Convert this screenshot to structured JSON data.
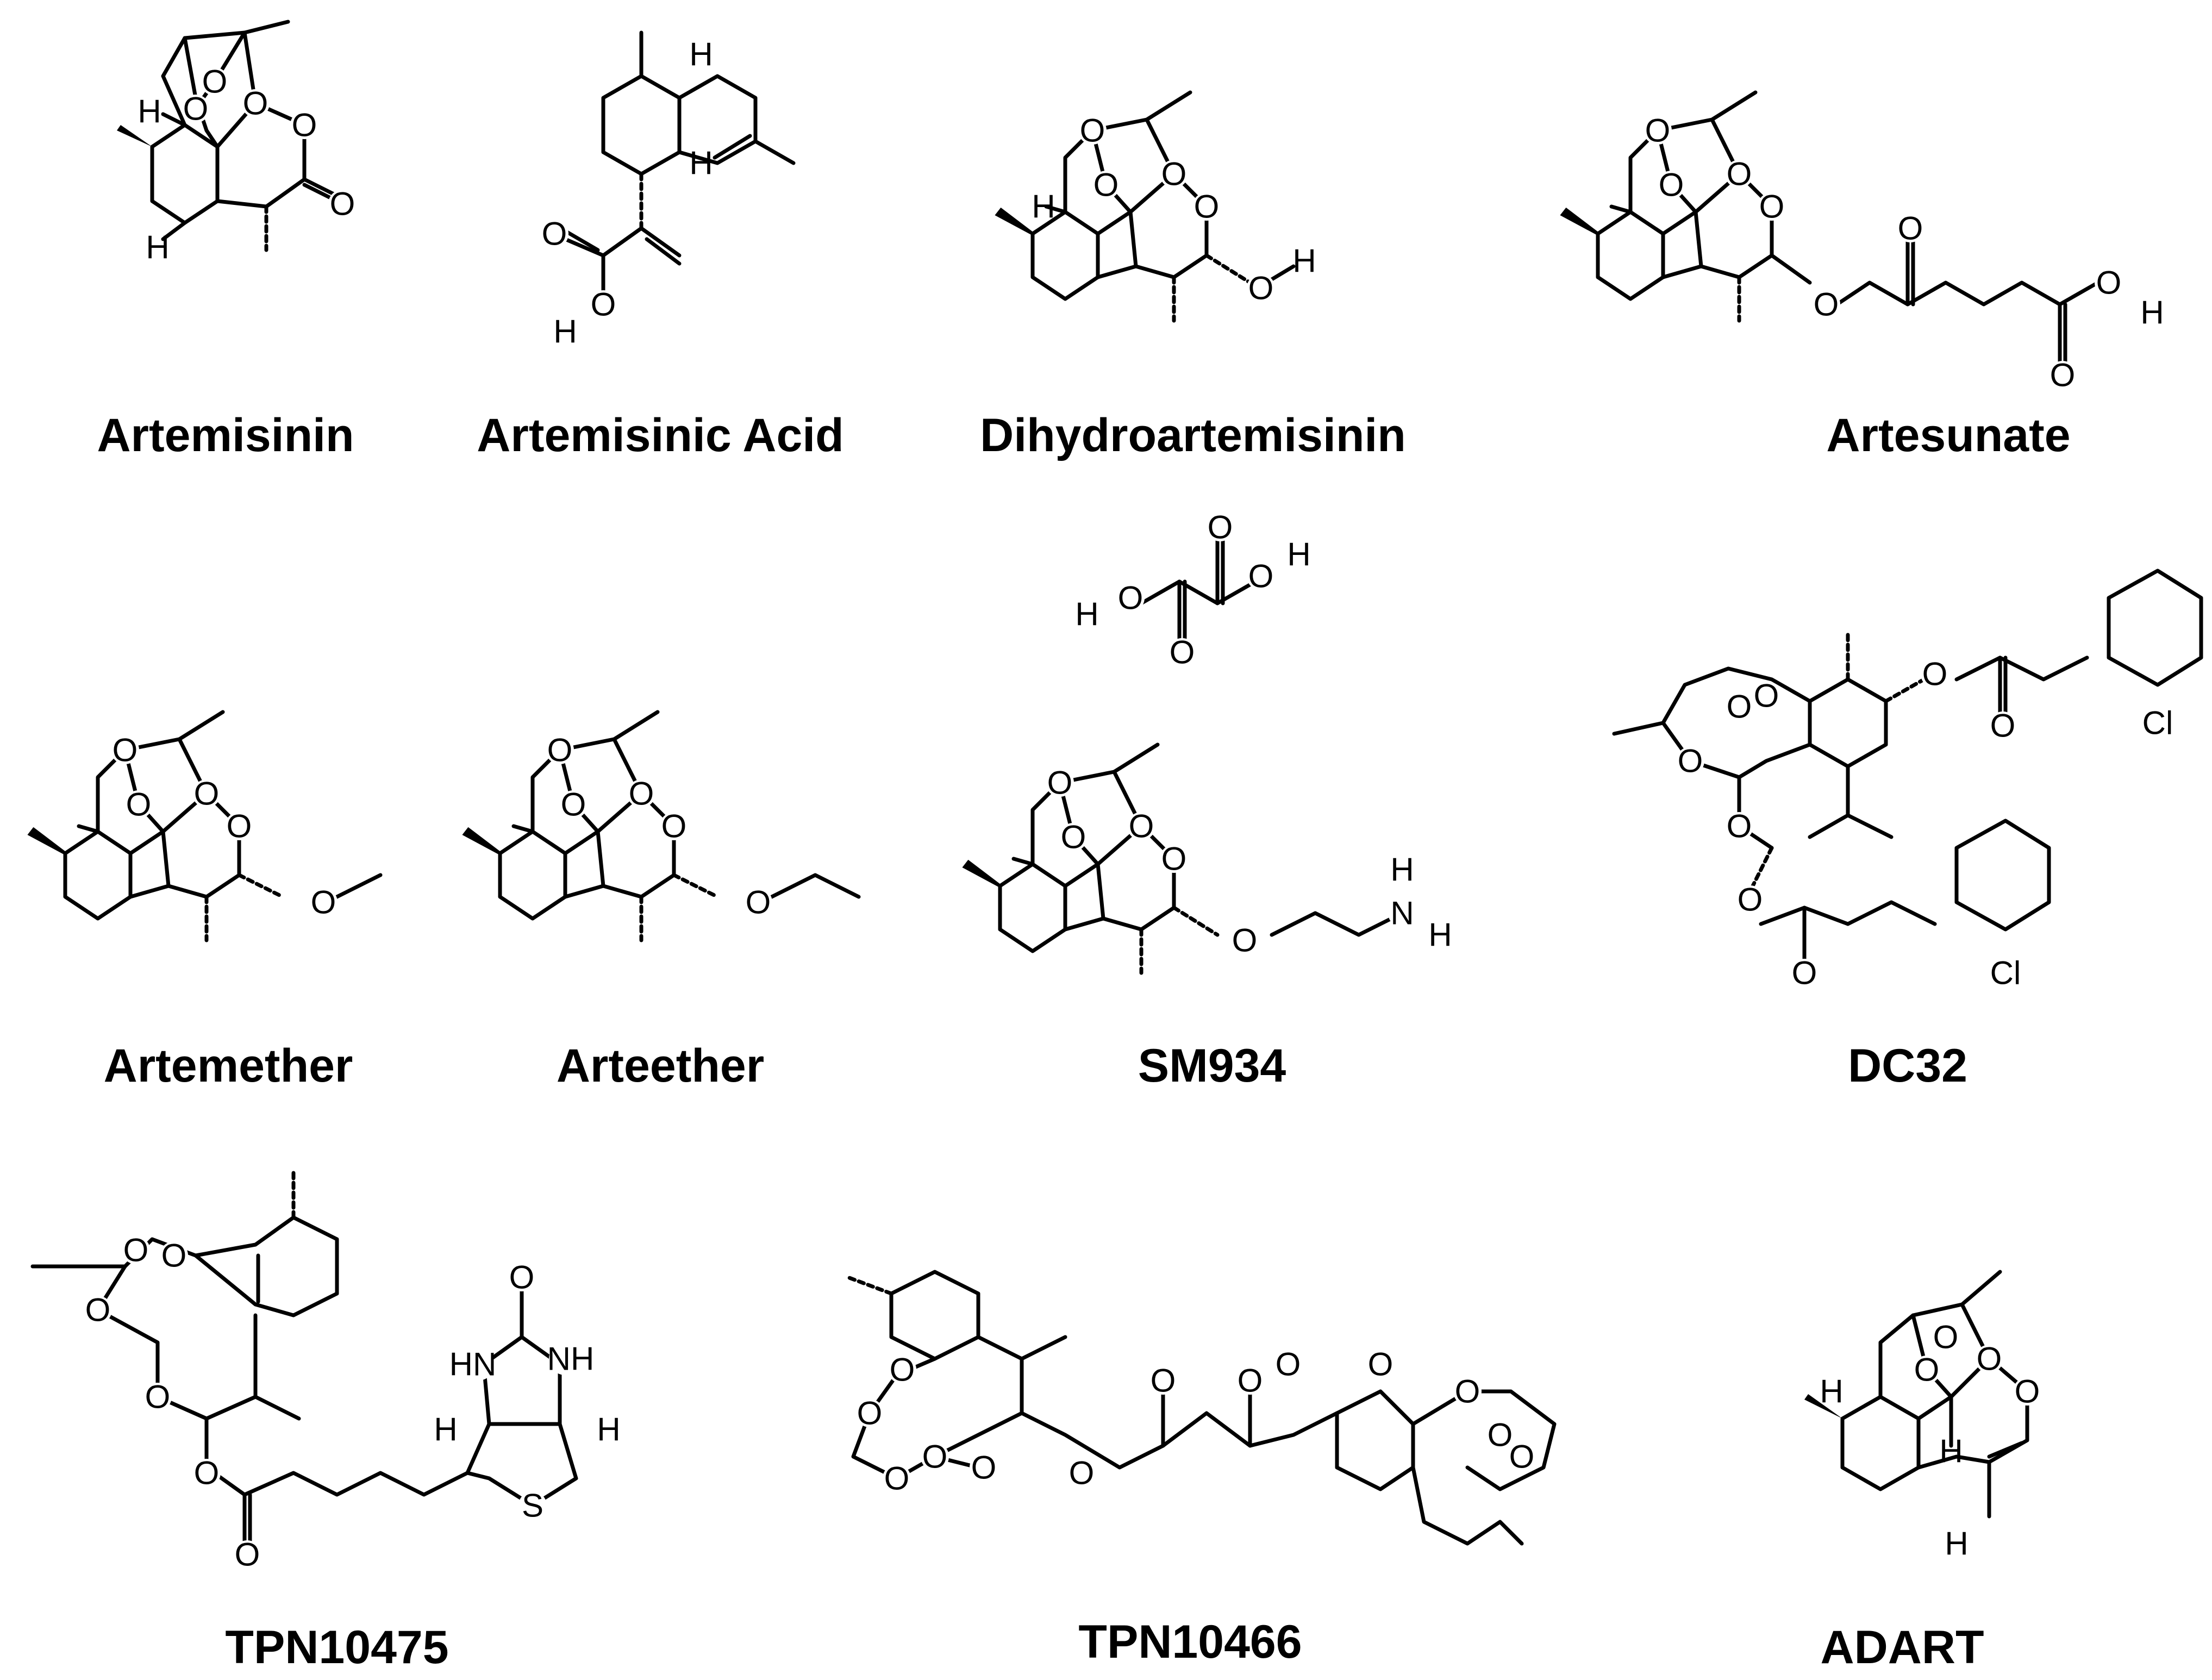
{
  "figure": {
    "compounds": [
      {
        "id": "artemisinin",
        "name": "Artemisinin",
        "scaffold": "artemisinin-lactone"
      },
      {
        "id": "artemisinic-acid",
        "name": "Artemisinic Acid",
        "scaffold": "artemisinic-acid"
      },
      {
        "id": "dihydroartemisinin",
        "name": "Dihydroartemisinin",
        "scaffold": "artemisinin-lactol",
        "substituent": "OH"
      },
      {
        "id": "artesunate",
        "name": "Artesunate",
        "scaffold": "artemisinin-lactol",
        "substituent": "O-succinate"
      },
      {
        "id": "artemether",
        "name": "Artemether",
        "scaffold": "artemisinin-lactol",
        "substituent": "O-methyl"
      },
      {
        "id": "arteether",
        "name": "Arteether",
        "scaffold": "artemisinin-lactol",
        "substituent": "O-ethyl"
      },
      {
        "id": "sm934",
        "name": "SM934",
        "scaffold": "artemisinin-lactol",
        "substituent": "O-ethylamine",
        "counterion": "oxalic acid"
      },
      {
        "id": "dc32",
        "name": "DC32",
        "scaffold": "deoxo-artemisinin",
        "substituent": "bis-(2-chlorocinnamate)"
      },
      {
        "id": "tpn10475",
        "name": "TPN10475",
        "scaffold": "artemisinin-lactol",
        "substituent": "biotin ester"
      },
      {
        "id": "tpn10466",
        "name": "TPN10466",
        "scaffold": "artemisinin dimer",
        "substituent": "maleate linker"
      },
      {
        "id": "adart",
        "name": "ADART",
        "scaffold": "anhydrodihydroartemisinin"
      }
    ],
    "atom_labels": {
      "O": "O",
      "H": "H",
      "N": "N",
      "S": "S",
      "Cl": "Cl",
      "HN": "HN",
      "NH": "NH"
    }
  }
}
